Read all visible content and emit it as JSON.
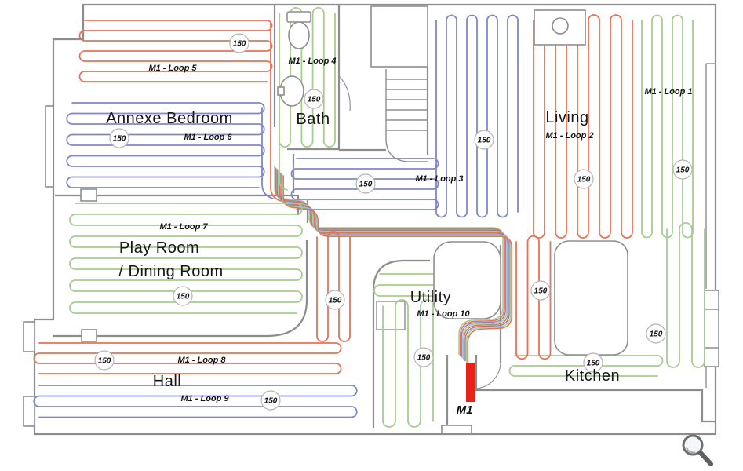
{
  "diagram": {
    "type": "underfloor-heating-loop-plan",
    "manifold_label": "M1",
    "spacing_value": "150"
  },
  "colors": {
    "pipe_red": "#e87258",
    "pipe_blue": "#8087c8",
    "pipe_green": "#a8cc8f",
    "wall": "#8d8d8d",
    "manifold_red": "#e8231a",
    "icon_gray": "#6e6e6e"
  },
  "rooms": [
    {
      "name": "Annexe Bedroom"
    },
    {
      "name": "Bath"
    },
    {
      "name": "Living"
    },
    {
      "name": "Play Room"
    },
    {
      "name": "/ Dining Room"
    },
    {
      "name": "Utility"
    },
    {
      "name": "Hall"
    },
    {
      "name": "Kitchen"
    }
  ],
  "loops": [
    {
      "label": "M1 - Loop 1",
      "color": "green"
    },
    {
      "label": "M1 - Loop 2",
      "color": "red"
    },
    {
      "label": "M1 - Loop 3",
      "color": "blue"
    },
    {
      "label": "M1 - Loop 4",
      "color": "green"
    },
    {
      "label": "M1 - Loop 5",
      "color": "red"
    },
    {
      "label": "M1 - Loop 6",
      "color": "blue"
    },
    {
      "label": "M1 - Loop 7",
      "color": "green"
    },
    {
      "label": "M1 - Loop 8",
      "color": "red"
    },
    {
      "label": "M1 - Loop 9",
      "color": "blue"
    },
    {
      "label": "M1 - Loop 10",
      "color": "green"
    }
  ],
  "icons": {
    "magnifier": "zoom-magnifier"
  }
}
